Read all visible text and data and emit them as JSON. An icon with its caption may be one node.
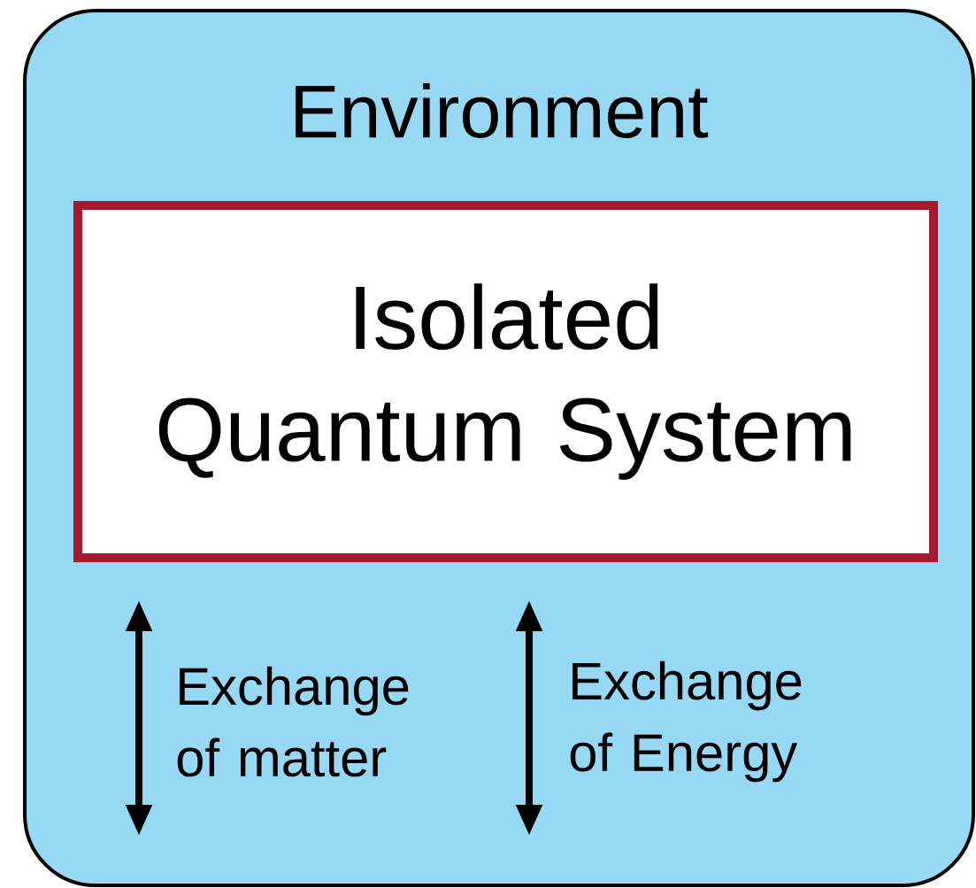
{
  "diagram": {
    "nodes": [
      {
        "text": [
          "Environment"
        ]
      },
      {
        "text": [
          "Isolated Quantum System"
        ],
        "in": 0
      }
    ],
    "labels": [
      "Exchange of matter",
      "Exchange of Energy"
    ]
  }
}
